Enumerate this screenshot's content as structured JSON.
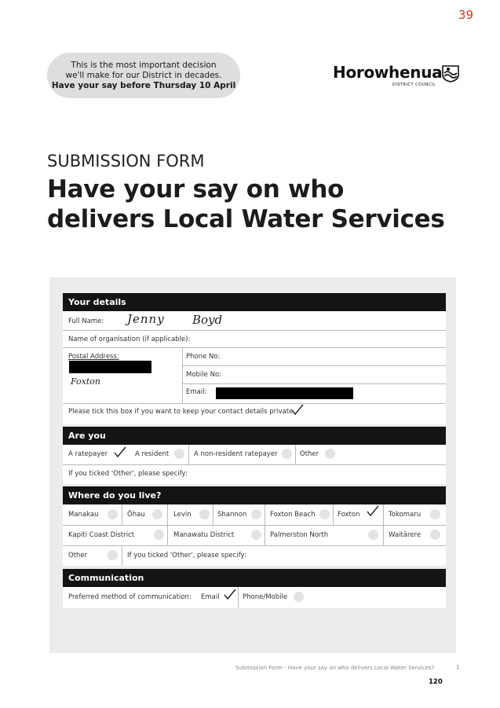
{
  "page_number": "39",
  "notice": {
    "line1": "This is the most important decision",
    "line2": "we'll make for our District in decades.",
    "line3": "Have your say before Thursday 10 April"
  },
  "logo": {
    "name": "Horowhenua",
    "sub": "DISTRICT COUNCIL"
  },
  "form_type": "SUBMISSION FORM",
  "headline": {
    "line1": "Have your say on who",
    "line2": "delivers Local Water Services"
  },
  "your_details": {
    "header": "Your details",
    "full_name_label": "Full Name:",
    "full_name_first": "Jenny",
    "full_name_last": "Boyd",
    "organisation_label": "Name of organisation (if applicable):",
    "postal_label": "Postal Address:",
    "postal_town": "Foxton",
    "phone_label": "Phone No:",
    "mobile_label": "Mobile No:",
    "email_label": "Email:",
    "private_label": "Please tick this box if you want to keep your contact details private."
  },
  "are_you": {
    "header": "Are you",
    "options": [
      "A ratepayer",
      "A resident",
      "A non-resident ratepayer",
      "Other"
    ],
    "other_label": "If you ticked 'Other', please specify:"
  },
  "where": {
    "header": "Where do you live?",
    "row1": [
      "Manakau",
      "Ōhau",
      "Levin",
      "Shannon",
      "Foxton Beach",
      "Foxton",
      "Tokomaru"
    ],
    "row2": [
      "Kapiti Coast District",
      "Manawatu District",
      "Palmerston North",
      "Waitārere"
    ],
    "other": "Other",
    "other_label": "If you ticked 'Other', please specify:"
  },
  "communication": {
    "header": "Communication",
    "label": "Preferred method of communication:",
    "options": [
      "Email",
      "Phone/Mobile"
    ]
  },
  "footer": {
    "text": "Submission Form - Have your say on who delivers Local Water Services?",
    "page": "1",
    "doc_number": "120"
  }
}
